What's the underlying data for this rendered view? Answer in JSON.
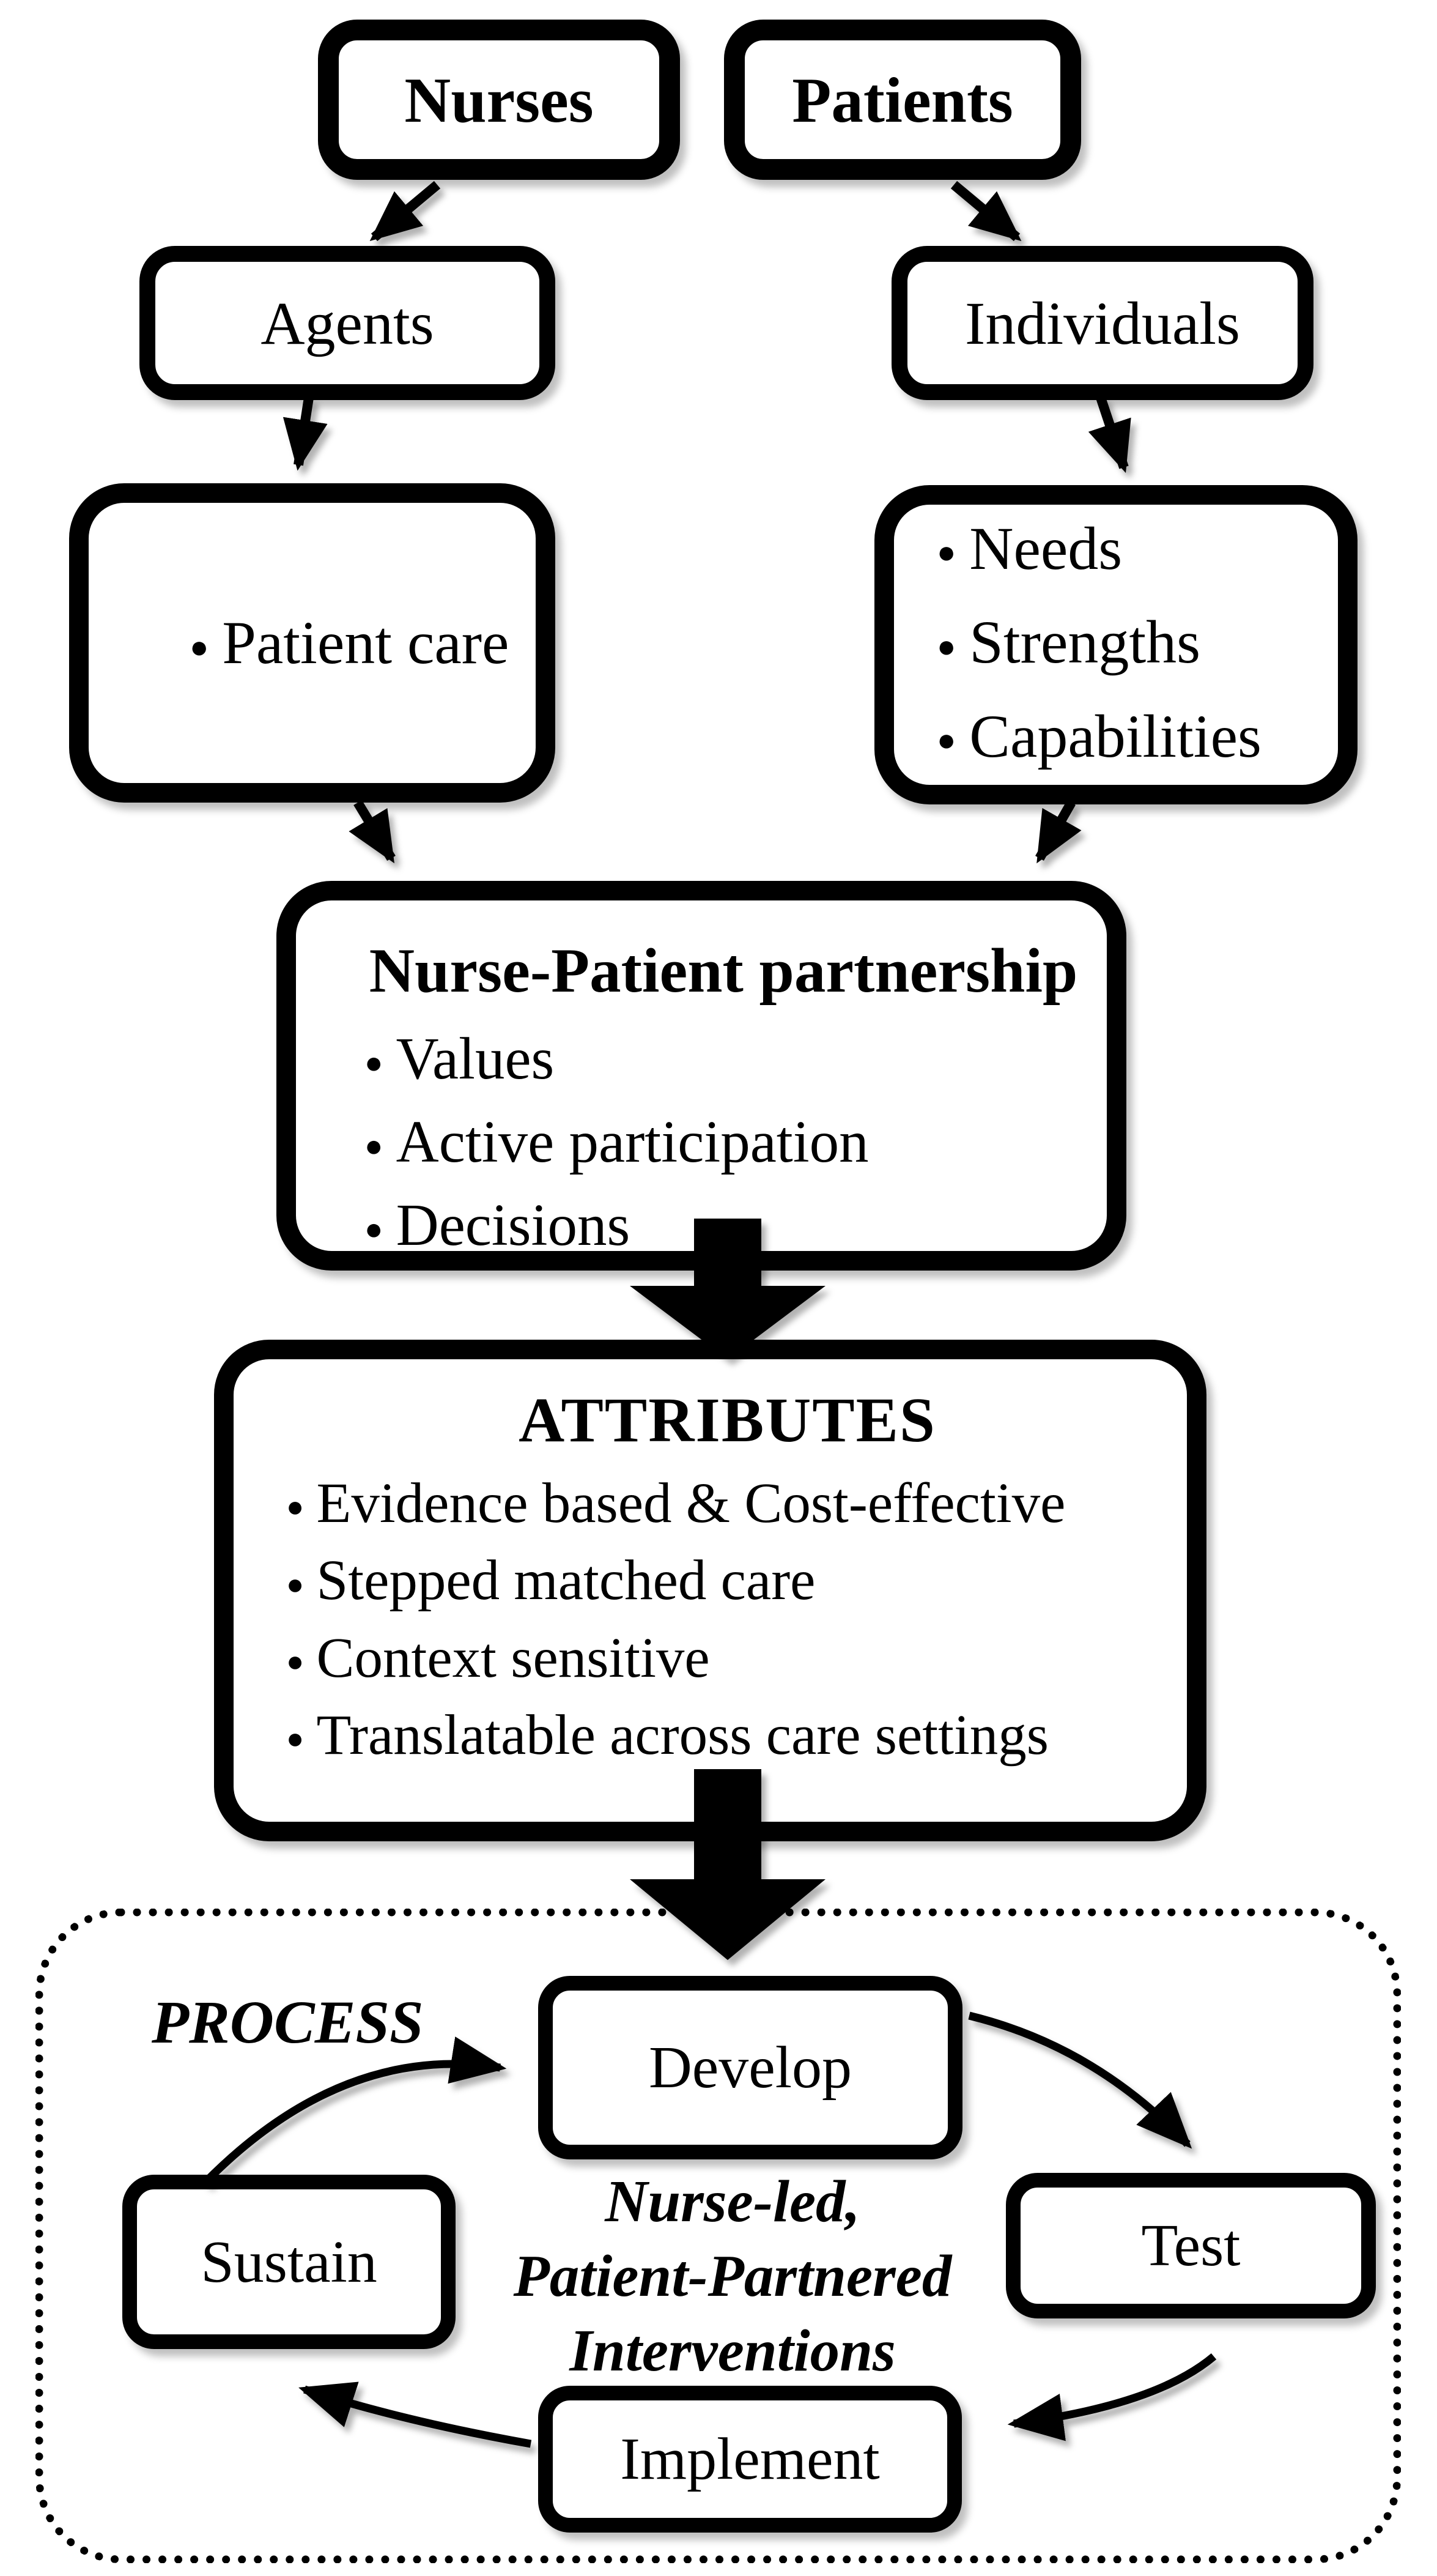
{
  "colors": {
    "ink": "#000000",
    "paper": "#ffffff"
  },
  "flow": {
    "nurses": {
      "label": "Nurses"
    },
    "patients": {
      "label": "Patients"
    },
    "agents": {
      "label": "Agents"
    },
    "individuals": {
      "label": "Individuals"
    },
    "nurse_contribution": {
      "items": [
        "Patient care"
      ]
    },
    "patient_contribution": {
      "items": [
        "Needs",
        "Strengths",
        "Capabilities"
      ]
    },
    "partnership": {
      "title": "Nurse-Patient partnership",
      "items": [
        "Values",
        "Active participation",
        "Decisions"
      ]
    },
    "attributes": {
      "title": "ATTRIBUTES",
      "items": [
        "Evidence based & Cost-effective",
        "Stepped matched care",
        "Context sensitive",
        "Translatable across care settings"
      ]
    },
    "process": {
      "label": "PROCESS",
      "center": {
        "line1": "Nurse-led,",
        "line2": "Patient-Partnered",
        "line3": "Interventions"
      },
      "steps": {
        "develop": "Develop",
        "test": "Test",
        "implement": "Implement",
        "sustain": "Sustain"
      }
    }
  }
}
